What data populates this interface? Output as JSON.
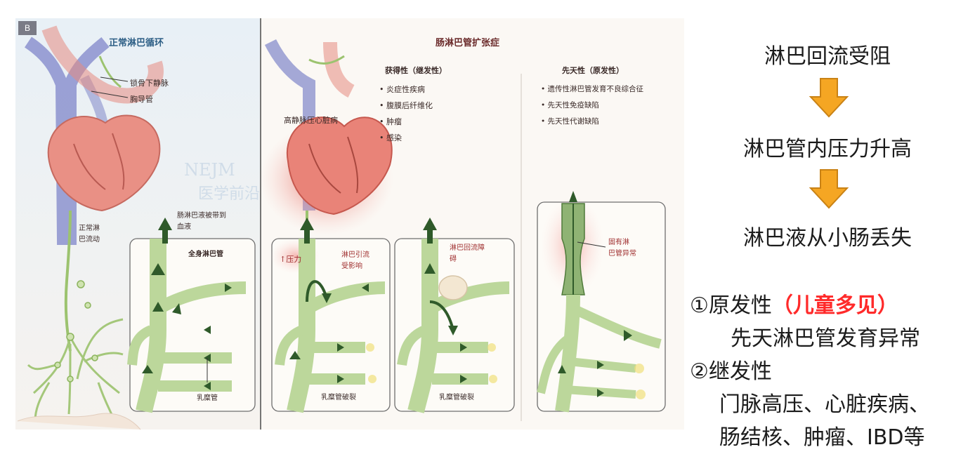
{
  "panel_letter": "B",
  "left_panel": {
    "title": "正常淋巴循环",
    "label_vein": "锁骨下静脉",
    "label_duct": "胸导管",
    "label_flow": "正常淋\n巴流动",
    "label_carried": "肠淋巴液被带到\n血液",
    "label_system": "全身淋巴管",
    "label_lacteal": "乳糜管"
  },
  "watermark": {
    "line1": "NEJM",
    "line2": "医学前沿"
  },
  "main_title": "肠淋巴管扩张症",
  "acquired": {
    "heading": "获得性（继发性）",
    "items": [
      "炎症性疾病",
      "腹膜后纤维化",
      "肿瘤",
      "感染"
    ],
    "label_heart": "高静脉压心脏病",
    "label_pressure": "↑压力",
    "label_drain": "淋巴引流\n受影响",
    "label_obstruct": "淋巴回流障\n碍",
    "label_rupture1": "乳糜管破裂",
    "label_rupture2": "乳糜管破裂"
  },
  "congenital": {
    "heading": "先天性（原发性）",
    "items": [
      "遗传性淋巴管发育不良综合征",
      "先天性免疫缺陷",
      "先天性代谢缺陷"
    ],
    "label_abnormal": "固有淋\n巴管异常"
  },
  "flowchart": {
    "steps": [
      "淋巴回流受阻",
      "淋巴管内压力升高",
      "淋巴液从小肠丢失"
    ],
    "arrow_icon": "down-arrow-icon",
    "arrow_color": "#f5a623"
  },
  "causes": {
    "primary_num": "①",
    "primary_label": "原发性",
    "primary_note": "（儿童多见）",
    "primary_desc": "先天淋巴管发育异常",
    "secondary_num": "②",
    "secondary_label": "继发性",
    "secondary_desc1": "门脉高压、心脏疾病、",
    "secondary_desc2": "肠结核、肿瘤、IBD等"
  },
  "colors": {
    "highlight": "#ff2a2a",
    "lymph_green": "#a8c98a",
    "vessel_dark": "#2f5a2a"
  }
}
